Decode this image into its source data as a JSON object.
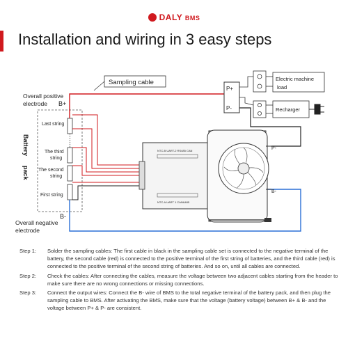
{
  "brand": {
    "name": "DALY",
    "suffix": "BMS",
    "color": "#d0191e"
  },
  "title": "Installation and wiring in 3 easy steps",
  "diagram": {
    "sampling_cable": "Sampling cable",
    "overall_positive": [
      "Overall positive",
      "electrode"
    ],
    "b_plus": "B+",
    "b_minus": "B-",
    "overall_negative": [
      "Overall negative",
      "electrode"
    ],
    "battery_pack": [
      "Battery",
      "pack"
    ],
    "strings": {
      "last": "Last string",
      "third": [
        "The third",
        "string"
      ],
      "second": [
        "The second",
        "string"
      ],
      "first": "First string"
    },
    "p_plus": "P+",
    "p_minus": "P-",
    "electric_machine": [
      "Electric machine",
      "load"
    ],
    "recharger": "Recharger",
    "bms_p_minus": "P-",
    "bms_b_minus": "B-",
    "bms_top_ports": "NTC-B    UART-2    RS485    CAN",
    "bms_bottom_ports": "NTC-A    UART 1    CAN&485"
  },
  "wire_colors": {
    "red": "#d0191e",
    "blue": "#2a6fd6",
    "black": "#222222"
  },
  "steps": [
    {
      "label": "Step 1:",
      "text": "Solder the sampling cables: The first cable in black in the sampling cable set is connected to the negative terminal of the battery, the second cable (red) is connected to the positive terminal of the first string of batteries, and the third cable (red) is connected to the positive terminal of the second string of batteries. And so on, until all cables are connected."
    },
    {
      "label": "Step 2:",
      "text": "Check the cables: After connecting the cables, measure the voltage between two adjacent cables starting from the header to make sure there are no wrong connections or missing connections."
    },
    {
      "label": "Step 3:",
      "text": "Connect the output wires: Connect the B- wire of BMS to the total negative terminal of the battery pack, and then plug the sampling cable to BMS. After activating the BMS, make sure that the voltage (battery voltage) between B+ & B- and the voltage between P+ & P- are consistent."
    }
  ]
}
